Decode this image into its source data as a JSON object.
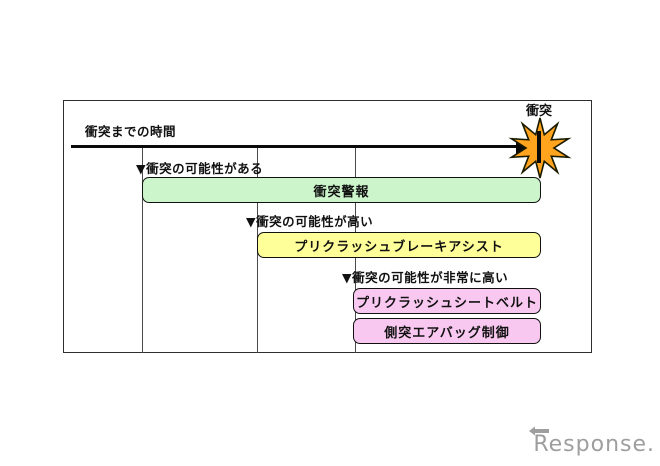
{
  "diagram": {
    "axis_label": "衝突までの時間",
    "collision_label": "衝突",
    "levels": [
      {
        "condition": "▼衝突の可能性がある",
        "bars": [
          {
            "label": "衝突警報"
          }
        ]
      },
      {
        "condition": "▼衝突の可能性が高い",
        "bars": [
          {
            "label": "プリクラッシュブレーキアシスト"
          }
        ]
      },
      {
        "condition": "▼衝突の可能性が非常に高い",
        "bars": [
          {
            "label": "プリクラッシュシートベルト"
          },
          {
            "label": "側突エアバッグ制御"
          }
        ]
      }
    ],
    "colors": {
      "warning_bar": "#ccf5cc",
      "brake_assist_bar": "#ffff99",
      "seatbelt_bar": "#f9c8f0",
      "airbag_bar": "#f9c8f0",
      "burst_fill": "#ffa41c",
      "line": "#0a0a0a"
    }
  },
  "watermark": {
    "text": "Response."
  }
}
